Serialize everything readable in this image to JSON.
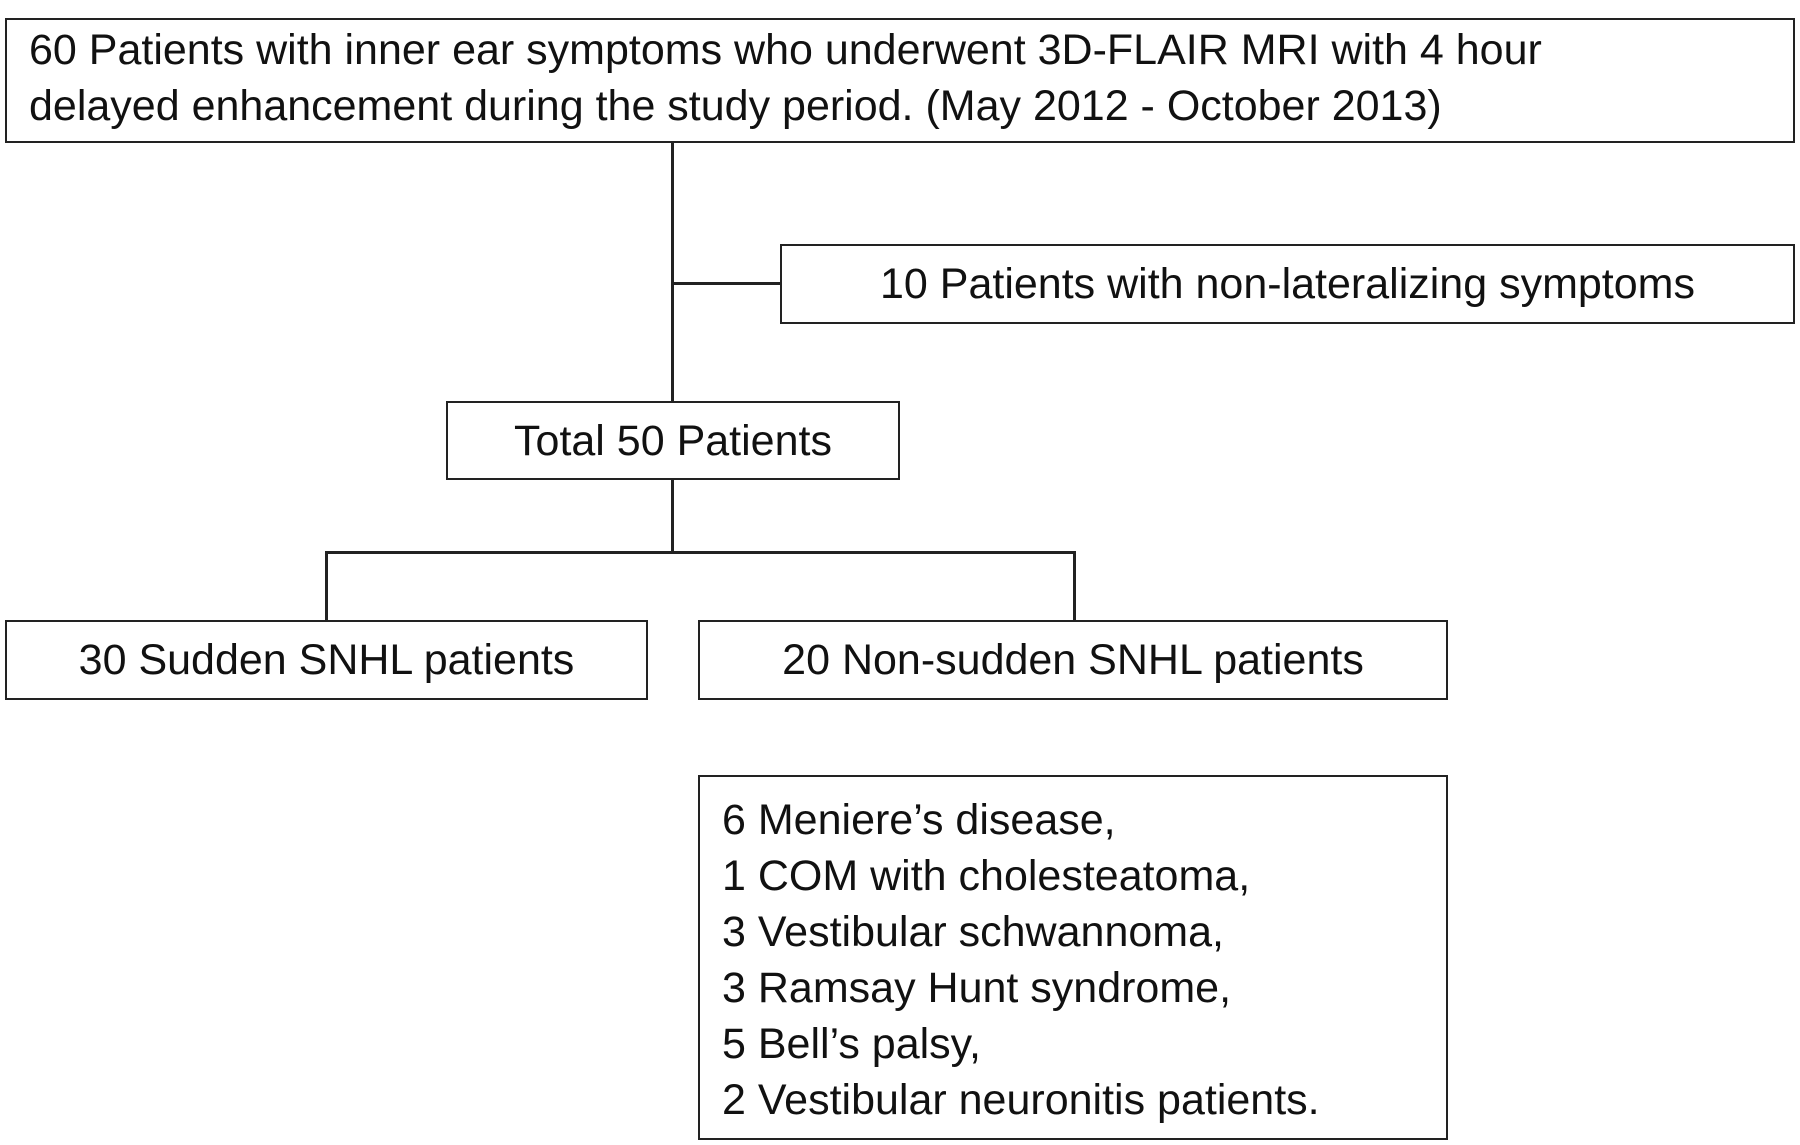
{
  "flowchart": {
    "top_box": {
      "lines": [
        "60 Patients with inner ear symptoms who underwent 3D-FLAIR MRI with 4 hour",
        "delayed enhancement during the study period. (May 2012 - October 2013)"
      ]
    },
    "exclusion_box": {
      "text": "10 Patients with non-lateralizing symptoms"
    },
    "total_box": {
      "text": "Total 50 Patients"
    },
    "sudden_box": {
      "text": "30 Sudden SNHL patients"
    },
    "non_sudden_box": {
      "text": "20 Non-sudden SNHL patients"
    },
    "breakdown_box": {
      "lines": [
        "6 Meniere’s disease,",
        "1 COM with cholesteatoma,",
        "3 Vestibular schwannoma,",
        "3 Ramsay Hunt syndrome,",
        "5 Bell’s palsy,",
        "2 Vestibular neuronitis patients."
      ]
    }
  }
}
